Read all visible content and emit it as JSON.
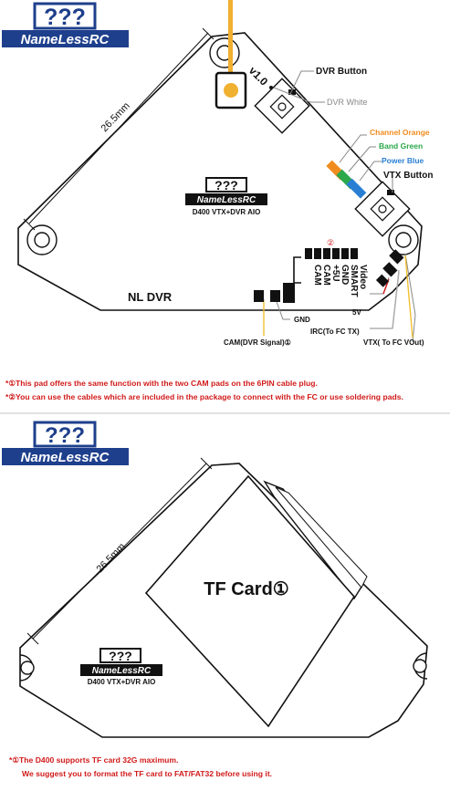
{
  "brand": {
    "mark": "???",
    "name": "NameLessRC"
  },
  "top": {
    "dimension": "26.5mm",
    "version": "v1.0",
    "silk_label": "NL DVR",
    "pad_number": "②",
    "pads": [
      "Video",
      "SMART",
      "GND",
      "+5U",
      "CAM",
      "CAM"
    ],
    "module_label": "D400 VTX+DVR AIO",
    "callouts": {
      "dvr_button": "DVR Button",
      "dvr_white": "DVR White",
      "channel": "Channel Orange",
      "band": "Band Green",
      "power": "Power Blue",
      "vtx_button": "VTX Button",
      "five_v": "5V",
      "gnd": "GND",
      "irc": "IRC(To FC TX)",
      "vtx": "VTX( To FC VOut)",
      "cam": "CAM(DVR Signal)①"
    },
    "notes": [
      "*①This pad offers the same function with the two CAM pads on the 6PIN cable plug.",
      "*②You can use the cables which are included in the package to connect with the FC or use soldering  pads."
    ]
  },
  "bottom": {
    "dimension": "26.5mm",
    "tf_card": "TF Card①",
    "module_label": "D400 VTX+DVR AIO",
    "notes": [
      "*①The D400 supports TF card 32G maximum.",
      "We suggest you to format the TF card to FAT/FAT32 before using it."
    ]
  },
  "colors": {
    "accent_red": "#d11a1a",
    "brand_blue": "#1e3f8c",
    "orange": "#f08c1e",
    "green": "#2aa84a",
    "blue": "#2a7fd4",
    "antenna": "#f0b030"
  }
}
